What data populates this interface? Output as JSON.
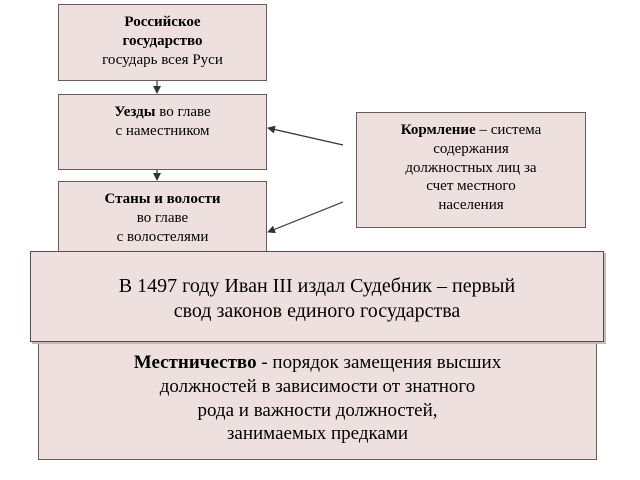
{
  "state": {
    "title_line1": "Российское",
    "title_line2": "государство",
    "subtitle": "государь всея Руси"
  },
  "uezdy": {
    "bold": "Уезды",
    "rest_line1": " во главе",
    "line2": "с наместником"
  },
  "stany": {
    "bold": "Станы и волости",
    "line2": "во главе",
    "line3": "с волостелями"
  },
  "kormlenie": {
    "bold": "Кормление",
    "rest_line1": " – система",
    "line2": "содержания",
    "line3": "должностных лиц за",
    "line4": "счет местного",
    "line5": "населения"
  },
  "sudebnik": {
    "line1": "В 1497 году Иван III издал Судебник – первый",
    "line2": "свод законов единого государства"
  },
  "mestnichestvo": {
    "bold": "Местничество",
    "rest_line1": " -  порядок замещения высших",
    "line2": "должностей в зависимости от знатного",
    "line3": "рода и важности должностей,",
    "line4": "занимаемых  предками"
  }
}
